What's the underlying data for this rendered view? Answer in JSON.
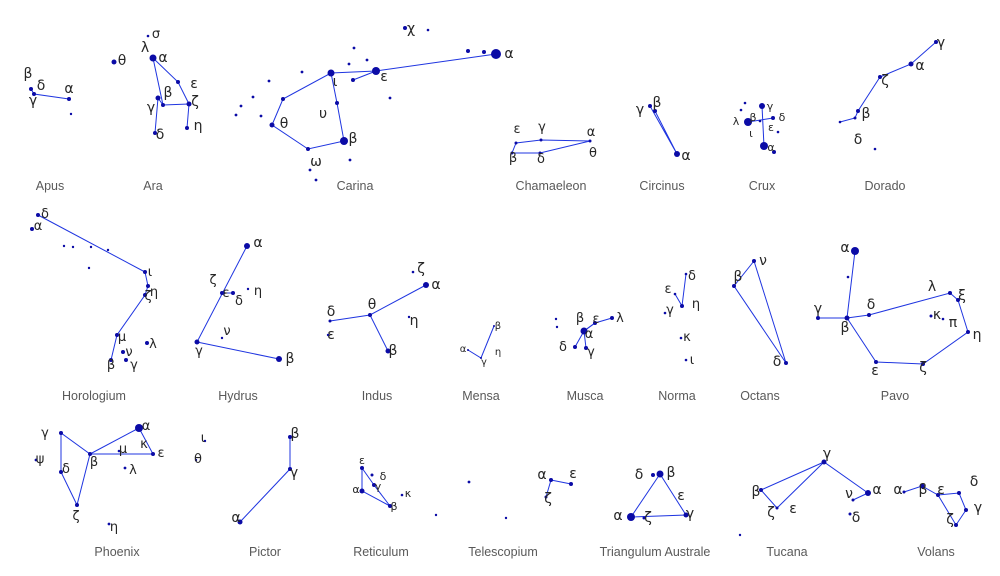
{
  "colors": {
    "line": "#1f35e0",
    "star": "#0b0ba6",
    "label": "#262626",
    "name": "#595959",
    "background": "#ffffff"
  },
  "constellations": [
    {
      "name": "Apus"
    },
    {
      "name": "Ara"
    },
    {
      "name": "Carina"
    },
    {
      "name": "Chamaeleon"
    },
    {
      "name": "Circinus"
    },
    {
      "name": "Crux"
    },
    {
      "name": "Dorado"
    },
    {
      "name": "Horologium"
    },
    {
      "name": "Hydrus"
    },
    {
      "name": "Indus"
    },
    {
      "name": "Mensa"
    },
    {
      "name": "Musca"
    },
    {
      "name": "Norma"
    },
    {
      "name": "Octans"
    },
    {
      "name": "Pavo"
    },
    {
      "name": "Phoenix"
    },
    {
      "name": "Pictor"
    },
    {
      "name": "Reticulum"
    },
    {
      "name": "Telescopium"
    },
    {
      "name": "Triangulum Australe"
    },
    {
      "name": "Tucana"
    },
    {
      "name": "Volans"
    }
  ],
  "star_labels": [
    "β",
    "δ",
    "γ",
    "α",
    "σ",
    "θ",
    "λ",
    "α",
    "ε",
    "β",
    "γ",
    "ζ",
    "δ",
    "η",
    "χ",
    "α",
    "ε",
    "ι",
    "υ",
    "θ",
    "β",
    "ω",
    "ε",
    "γ",
    "α",
    "β",
    "δ",
    "θ",
    "γ",
    "β",
    "α",
    "γ",
    "λ",
    "β",
    "δ",
    "ι",
    "ε",
    "α",
    "γ",
    "α",
    "ζ",
    "β",
    "δ",
    "δ",
    "α",
    "ι",
    "η",
    "ζ",
    "μ",
    "λ",
    "ν",
    "β",
    "γ",
    "α",
    "ζ",
    "ε",
    "δ",
    "η",
    "ν",
    "γ",
    "β",
    "ζ",
    "α",
    "δ",
    "θ",
    "η",
    "ε",
    "β",
    "β",
    "α",
    "γ",
    "η",
    "β",
    "ε",
    "λ",
    "α",
    "δ",
    "γ",
    "δ",
    "ε",
    "η",
    "γ",
    "κ",
    "ι",
    "β",
    "ν",
    "δ",
    "α",
    "γ",
    "δ",
    "λ",
    "ξ",
    "κ",
    "π",
    "β",
    "η",
    "ε",
    "ζ",
    "γ",
    "α",
    "μ",
    "κ",
    "ψ",
    "β",
    "ε",
    "δ",
    "λ",
    "ζ",
    "η",
    "ι",
    "θ",
    "β",
    "γ",
    "α",
    "ε",
    "δ",
    "γ",
    "α",
    "κ",
    "β",
    "α",
    "ε",
    "ζ",
    "δ",
    "β",
    "ε",
    "α",
    "ζ",
    "γ",
    "γ",
    "β",
    "ν",
    "α",
    "ζ",
    "ε",
    "δ",
    "α",
    "β",
    "ε",
    "δ",
    "γ",
    "ζ"
  ]
}
